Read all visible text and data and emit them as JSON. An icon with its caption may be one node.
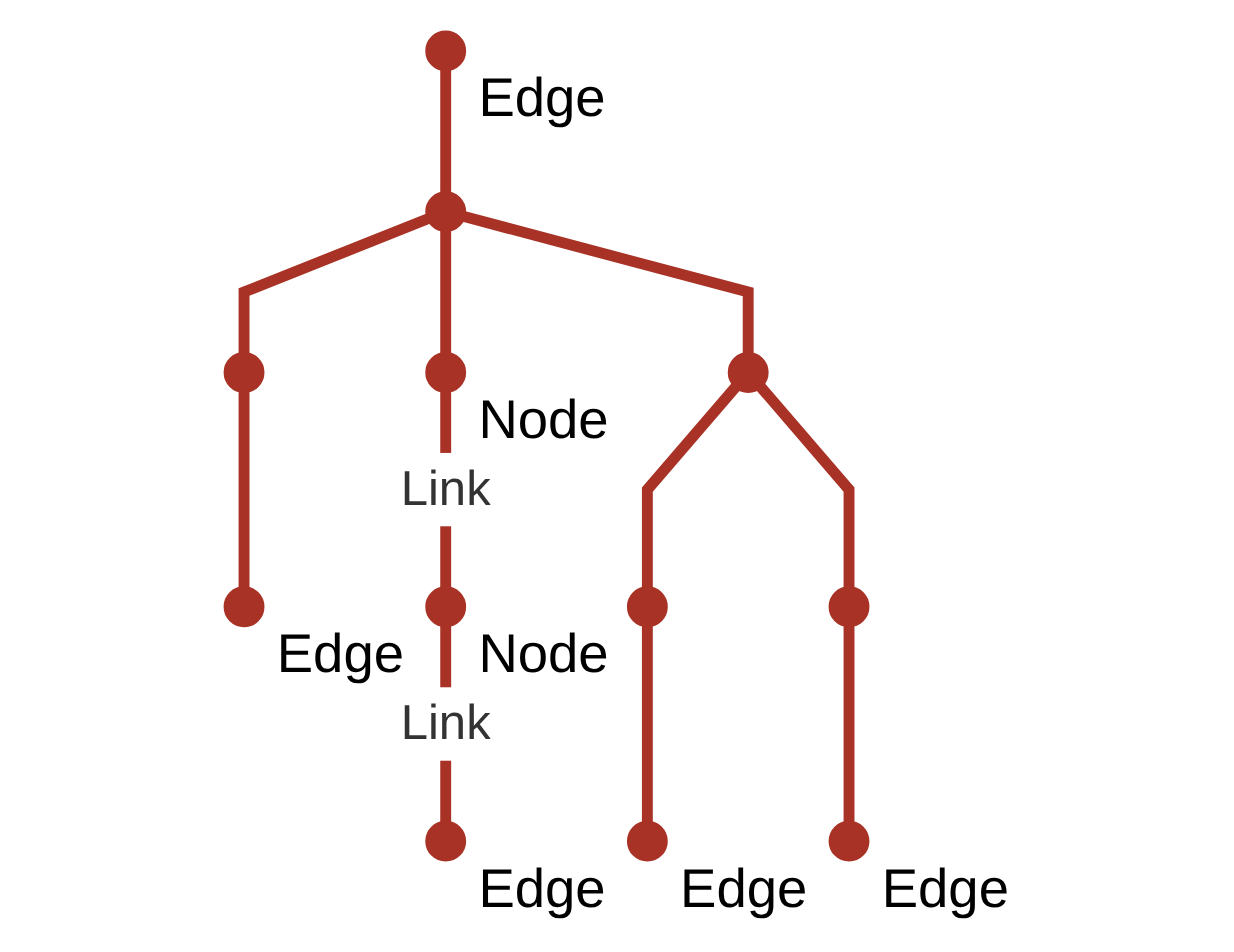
{
  "diagram": {
    "nodes": [
      {
        "text": [],
        "shape": "circle",
        "beside": [
          "Edge"
        ]
      },
      {
        "text": [],
        "shape": "circle"
      },
      {
        "text": [],
        "shape": "circle"
      },
      {
        "text": [],
        "shape": "circle",
        "beside": [
          "Edge"
        ]
      },
      {
        "text": [],
        "shape": "circle",
        "beside": [
          "Node"
        ]
      },
      {
        "text": [],
        "shape": "circle",
        "beside": [
          "Node"
        ]
      },
      {
        "text": [],
        "shape": "circle",
        "beside": [
          "Edge"
        ]
      },
      {
        "text": [],
        "shape": "circle"
      },
      {
        "text": [],
        "shape": "circle"
      },
      {
        "text": [],
        "shape": "circle",
        "beside": [
          "Edge"
        ]
      },
      {
        "text": [],
        "shape": "circle"
      },
      {
        "text": [],
        "shape": "circle",
        "beside": [
          "Edge"
        ]
      }
    ],
    "edges": [
      {
        "from": 0,
        "to": 1,
        "arrow": "none"
      },
      {
        "from": 1,
        "to": 2,
        "arrow": "none"
      },
      {
        "from": 2,
        "to": 3,
        "arrow": "none"
      },
      {
        "from": 1,
        "to": 4,
        "arrow": "none"
      },
      {
        "from": 4,
        "to": 5,
        "arrow": "none",
        "label": "Link"
      },
      {
        "from": 5,
        "to": 6,
        "arrow": "none",
        "label": "Link"
      },
      {
        "from": 1,
        "to": 7,
        "arrow": "none"
      },
      {
        "from": 7,
        "to": 8,
        "arrow": "none"
      },
      {
        "from": 8,
        "to": 9,
        "arrow": "none"
      },
      {
        "from": 7,
        "to": 10,
        "arrow": "none"
      },
      {
        "from": 10,
        "to": 11,
        "arrow": "none"
      }
    ]
  }
}
